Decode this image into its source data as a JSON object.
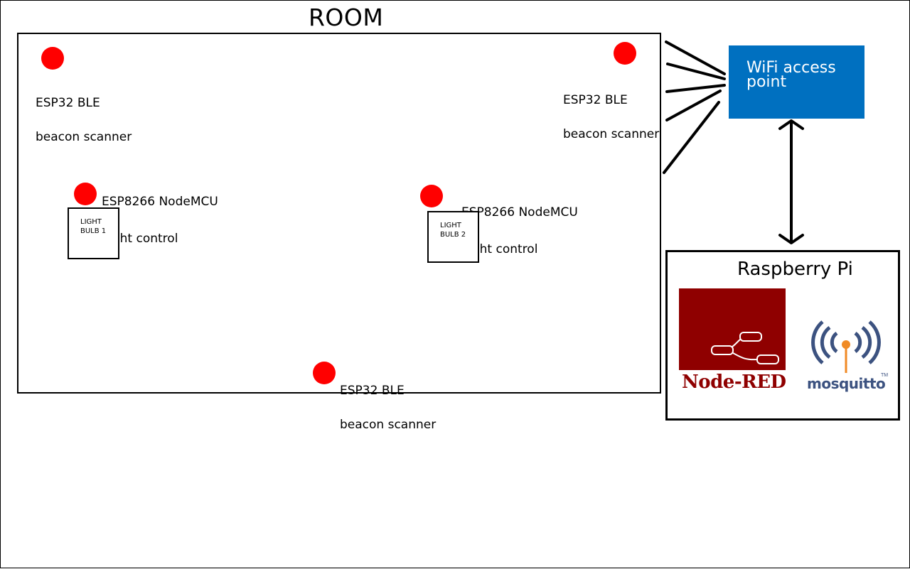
{
  "room": {
    "title": "ROOM"
  },
  "scanners": [
    {
      "line1": "ESP32 BLE",
      "line2": "beacon scanner"
    },
    {
      "line1": "ESP32 BLE",
      "line2": "beacon scanner"
    },
    {
      "line1": "ESP32 BLE",
      "line2": "beacon scanner"
    }
  ],
  "controllers": [
    {
      "line1": "ESP8266 NodeMCU",
      "line2": " light control"
    },
    {
      "line1": "ESP8266 NodeMCU",
      "line2": " light control"
    }
  ],
  "bulbs": [
    {
      "line1": "LIGHT",
      "line2": "BULB 1"
    },
    {
      "line1": "LIGHT",
      "line2": "BULB 2"
    }
  ],
  "wifi": {
    "line1": "WiFi access",
    "line2": "point"
  },
  "raspberry_pi": {
    "title": "Raspberry Pi",
    "node_red_label": "Node-RED",
    "mosquitto_label": "mosquitto",
    "mosquitto_tm": "TM"
  },
  "colors": {
    "device_dot": "#ff0000",
    "wifi_box": "#0070c0",
    "node_red": "#8f0000",
    "mosquitto_blue": "#3c5280",
    "mosquitto_orange": "#f08a24"
  },
  "icons": {
    "node_red_logo": "node-red-flow-icon",
    "mosquitto_logo": "broadcast-antenna-icon"
  }
}
